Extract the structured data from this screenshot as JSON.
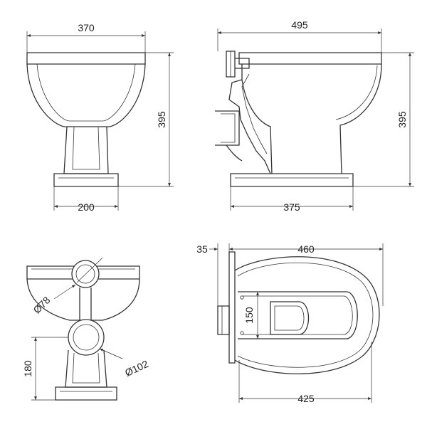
{
  "views": {
    "front": {
      "dims": {
        "top_width": "370",
        "height": "395",
        "base_width": "200"
      }
    },
    "side": {
      "dims": {
        "top_length": "495",
        "height": "395",
        "base_length": "375"
      }
    },
    "rear": {
      "dims": {
        "small_dia": "Ø78",
        "large_dia": "Ø102",
        "outlet_height": "180"
      }
    },
    "plan": {
      "dims": {
        "offset": "35",
        "length": "460",
        "seat_width": "150",
        "base_length": "425"
      }
    }
  },
  "colors": {
    "line": "#333333",
    "background": "#ffffff"
  }
}
